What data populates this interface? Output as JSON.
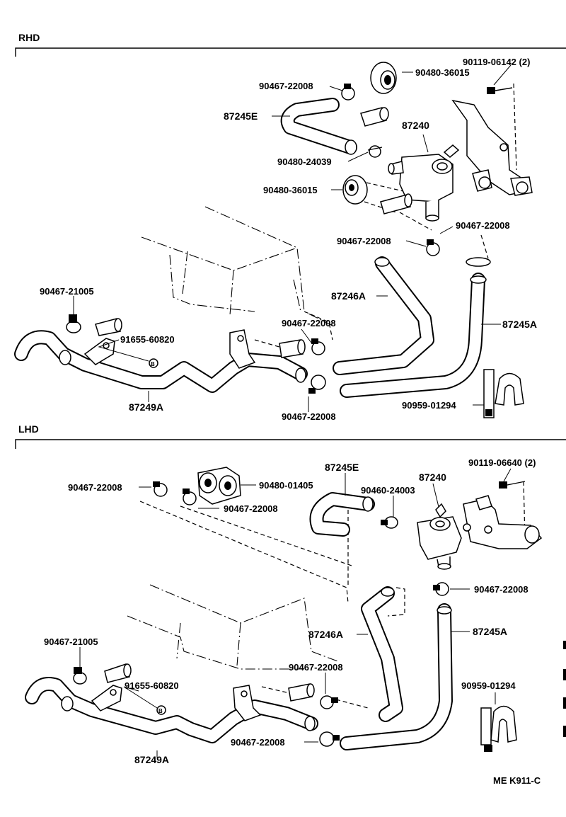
{
  "sections": {
    "rhd": "RHD",
    "lhd": "LHD"
  },
  "rhd_labels": {
    "bolt": "90119-06142 (2)",
    "grommet_top": "90480-36015",
    "clamp_top": "90467-22008",
    "hose_e": "87245E",
    "valve": "87240",
    "clip_24039": "90480-24039",
    "grommet_mid": "90480-36015",
    "clamp_right": "90467-22008",
    "clamp_mid": "90467-22008",
    "hose_246a": "87246A",
    "clamp_21005": "90467-21005",
    "clamp_lower": "90467-22008",
    "hose_245a": "87245A",
    "plug": "91655-60820",
    "hose_249a": "87249A",
    "clamp_bottom": "90467-22008",
    "clamp_holder": "90959-01294"
  },
  "lhd_labels": {
    "hose_e": "87245E",
    "valve": "87240",
    "bolt": "90119-06640 (2)",
    "clamp_top_left": "90467-22008",
    "grommet": "90480-01405",
    "clip_24003": "90460-24003",
    "clamp_top_right": "90467-22008",
    "clamp_second": "90467-22008",
    "hose_246a": "87246A",
    "hose_245a": "87245A",
    "clamp_21005": "90467-21005",
    "clamp_mid": "90467-22008",
    "plug": "91655-60820",
    "clamp_holder": "90959-01294",
    "clamp_bottom": "90467-22008",
    "hose_249a": "87249A"
  },
  "footer_code": "ME K911-C"
}
